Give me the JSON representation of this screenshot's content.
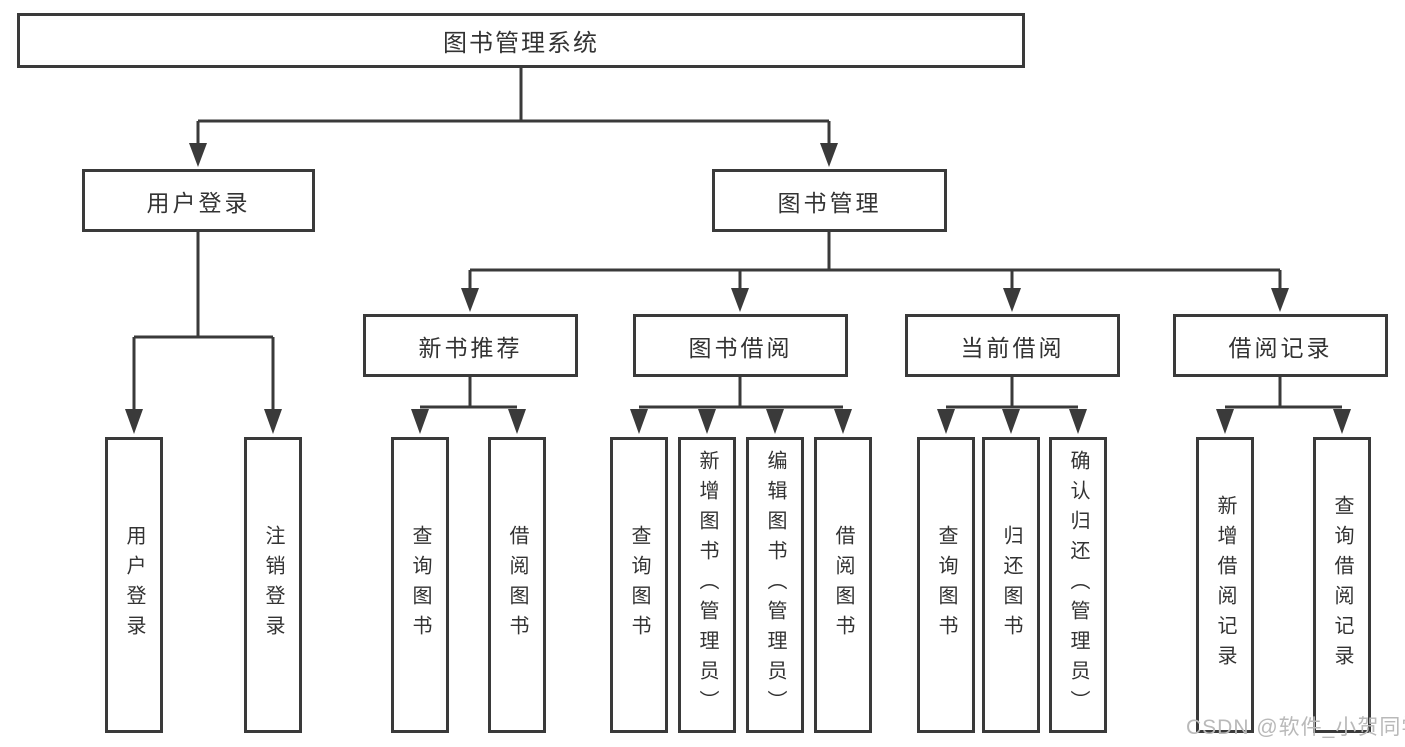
{
  "colors": {
    "line": "#3a3a3a",
    "text": "#333333",
    "box_fill": "#ffffff",
    "watermark": "#b9b9b9",
    "background": "#ffffff"
  },
  "watermark": {
    "text": "CSDN @软件_小贺同学"
  },
  "nodes": {
    "root": {
      "label": "图书管理系统"
    },
    "level2": [
      {
        "id": "user-login",
        "label": "用户登录"
      },
      {
        "id": "book-management",
        "label": "图书管理"
      }
    ],
    "level3": [
      {
        "id": "new-book-recommend",
        "label": "新书推荐",
        "parent": "book-management"
      },
      {
        "id": "book-borrowing",
        "label": "图书借阅",
        "parent": "book-management"
      },
      {
        "id": "current-borrowing",
        "label": "当前借阅",
        "parent": "book-management"
      },
      {
        "id": "borrowing-records",
        "label": "借阅记录",
        "parent": "book-management"
      }
    ],
    "leaves": [
      {
        "parent": "user-login",
        "label": "用户登录"
      },
      {
        "parent": "user-login",
        "label": "注销登录"
      },
      {
        "parent": "new-book-recommend",
        "label": "查询图书"
      },
      {
        "parent": "new-book-recommend",
        "label": "借阅图书"
      },
      {
        "parent": "book-borrowing",
        "label": "查询图书"
      },
      {
        "parent": "book-borrowing",
        "label": "新增图书（管理员）"
      },
      {
        "parent": "book-borrowing",
        "label": "编辑图书（管理员）"
      },
      {
        "parent": "book-borrowing",
        "label": "借阅图书"
      },
      {
        "parent": "current-borrowing",
        "label": "查询图书"
      },
      {
        "parent": "current-borrowing",
        "label": "归还图书"
      },
      {
        "parent": "current-borrowing",
        "label": "确认归还（管理员）"
      },
      {
        "parent": "borrowing-records",
        "label": "新增借阅记录"
      },
      {
        "parent": "borrowing-records",
        "label": "查询借阅记录"
      }
    ]
  }
}
